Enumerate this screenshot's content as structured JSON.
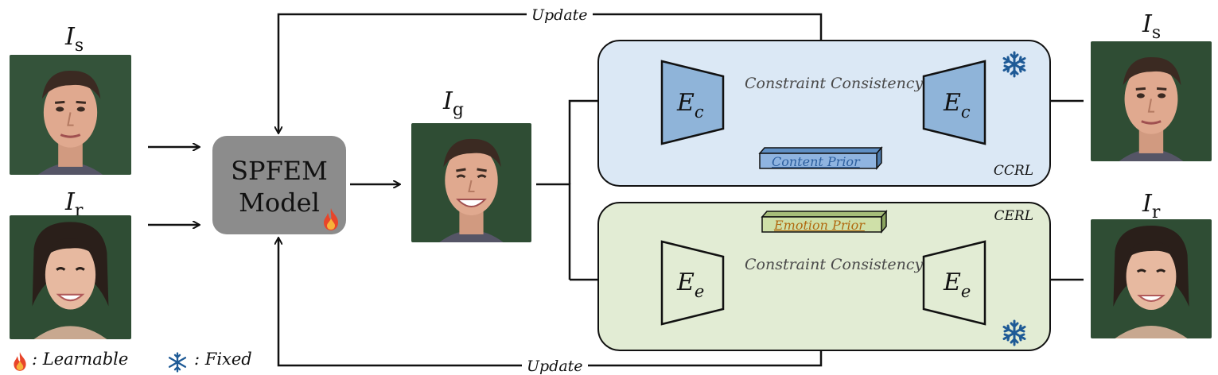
{
  "inputs": {
    "source_label": "I",
    "source_sub": "s",
    "reference_label": "I",
    "reference_sub": "r",
    "generated_label": "I",
    "generated_sub": "g"
  },
  "model": {
    "line1": "SPFEM",
    "line2": "Model",
    "icon": "fire-icon"
  },
  "feedback": {
    "top_label": "Update",
    "bottom_label": "Update"
  },
  "ccrl": {
    "tag": "CCRL",
    "encoder_symbol": "E",
    "encoder_sub": "c",
    "consistency_label": "Constraint Consistency",
    "prior_label": "Content Prior",
    "icon": "snowflake-icon",
    "color": "#dbe8f5"
  },
  "cerl": {
    "tag": "CERL",
    "encoder_symbol": "E",
    "encoder_sub": "e",
    "consistency_label": "Constraint Consistency",
    "prior_label": "Emotion Prior",
    "icon": "snowflake-icon",
    "color": "#e2ecd4"
  },
  "legend": {
    "learnable_label": ": Learnable",
    "fixed_label": ": Fixed",
    "learnable_icon": "fire-icon",
    "fixed_icon": "snowflake-icon"
  }
}
